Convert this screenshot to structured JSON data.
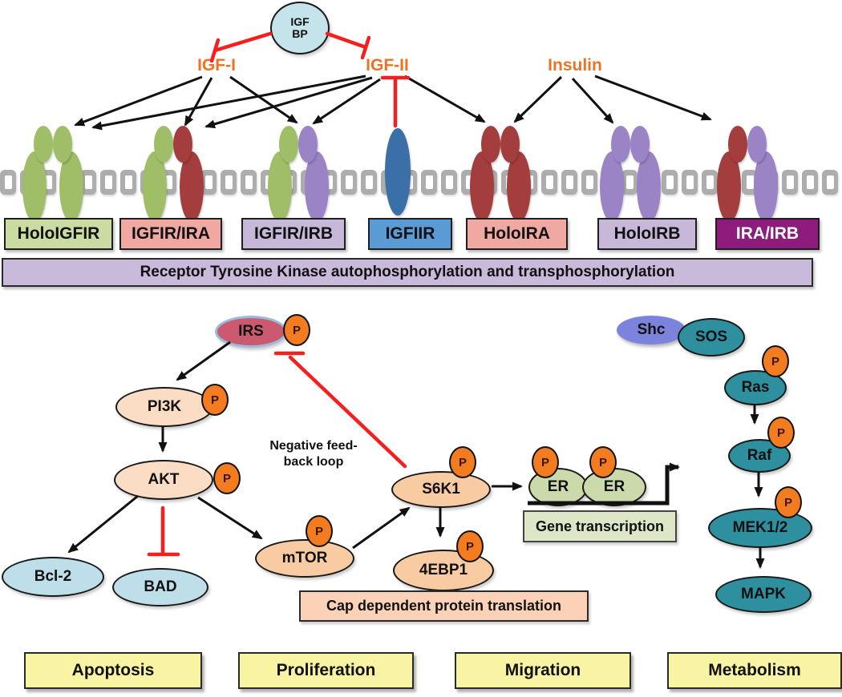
{
  "colors": {
    "orange_text": "#ED7224",
    "phospho": "#F47C20",
    "igfbp_fill": "#C5E3EA",
    "membrane": "#ADADAD",
    "subunit_green": "#9FBE67",
    "subunit_red": "#A43D3D",
    "subunit_purple": "#9B84C5",
    "subunit_blue": "#3A6FA7",
    "box_green": "#CBDCA2",
    "box_salmon": "#EFA8A2",
    "box_lavender": "#C7B7D9",
    "box_blue": "#5B9BD5",
    "box_magenta": "#8E1C7C",
    "banner": "#C9B9DB",
    "peach1": "#FBDCC5",
    "peach2": "#F9CBA3",
    "blue_light": "#BEDFE9",
    "teal": "#2E8F9E",
    "sage": "#CBDAAB",
    "rose": "#CB5A70",
    "periwinkle": "#7B83DC",
    "gene_box": "#DDE7C8",
    "cap_box": "#FBD2B8",
    "yellow": "#F9F4A3",
    "inhibit_red": "#F81E1E"
  },
  "phospho_label": "P",
  "igfbp": {
    "line1": "IGF",
    "line2": "BP"
  },
  "ligands": [
    {
      "label": "IGF-I"
    },
    {
      "label": "IGF-II"
    },
    {
      "label": "Insulin"
    }
  ],
  "receptors": [
    {
      "label": "HoloIGFIR",
      "box": "green",
      "talls": [
        "green",
        "green"
      ],
      "smalls": [
        "green",
        "green"
      ]
    },
    {
      "label": "IGFIR/IRA",
      "box": "salmon",
      "talls": [
        "green",
        "red"
      ],
      "smalls": [
        "green",
        "red"
      ]
    },
    {
      "label": "IGFIR/IRB",
      "box": "lavender",
      "talls": [
        "green",
        "purple"
      ],
      "smalls": [
        "green",
        "purple"
      ]
    },
    {
      "label": "IGFIIR",
      "box": "blue",
      "talls": [
        "blue-single"
      ],
      "smalls": []
    },
    {
      "label": "HoloIRA",
      "box": "salmon",
      "talls": [
        "red",
        "red"
      ],
      "smalls": [
        "red",
        "red"
      ]
    },
    {
      "label": "HoloIRB",
      "box": "lavender",
      "talls": [
        "purple",
        "purple"
      ],
      "smalls": [
        "purple",
        "purple"
      ]
    },
    {
      "label": "IRA/IRB",
      "box": "magenta",
      "talls": [
        "red",
        "purple"
      ],
      "smalls": [
        "red",
        "purple"
      ]
    }
  ],
  "banner": {
    "text": "Receptor Tyrosine Kinase autophosphorylation and transphosphorylation"
  },
  "nodes": {
    "irs": "IRS",
    "pi3k": "PI3K",
    "akt": "AKT",
    "bcl2": "Bcl-2",
    "bad": "BAD",
    "mtor": "mTOR",
    "s6k1": "S6K1",
    "febp1": "4EBP1",
    "er1": "ER",
    "er2": "ER",
    "shc": "Shc",
    "sos": "SOS",
    "ras": "Ras",
    "raf": "Raf",
    "mek": "MEK1/2",
    "mapk": "MAPK"
  },
  "annotations": {
    "negative_feedback_line1": "Negative feed-",
    "negative_feedback_line2": "back loop",
    "gene_transcription": "Gene transcription",
    "cap_translation": "Cap dependent protein translation"
  },
  "outcomes": [
    "Apoptosis",
    "Proliferation",
    "Migration",
    "Metabolism"
  ]
}
